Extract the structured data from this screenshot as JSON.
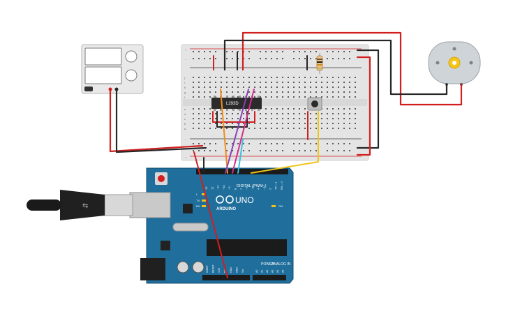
{
  "colors": {
    "background": "#ffffff",
    "breadboard": "#e4e4e4",
    "arduino_board": "#1f6e9c",
    "wire_red": "#d11f1f",
    "wire_black": "#262626",
    "wire_orange": "#f08c1c",
    "wire_pink": "#d62c8d",
    "wire_purple": "#8b3fb5",
    "wire_cyan": "#37c1e0",
    "wire_yellow": "#f0c419",
    "chip": "#2b2b2b",
    "motor_body": "#cfd4d8",
    "motor_shaft": "#f5c518",
    "psu_body": "#e9e9e9"
  },
  "ic_chip": {
    "label": "L293D"
  },
  "arduino": {
    "brand": "ARDUINO",
    "model": "UNO",
    "digital_label": "DIGITAL (PWM~)",
    "power_label": "POWER",
    "analog_label": "ANALOG IN",
    "aref_label": "AREF",
    "gnd_label": "GND",
    "tx_label": "TX",
    "rx_label": "RX",
    "on_label": "ON",
    "l_label": "L",
    "digital_pins": [
      "13",
      "12",
      "~11",
      "~10",
      "~9",
      "8",
      "7",
      "~6",
      "~5",
      "4",
      "~3",
      "2",
      "TX→1",
      "RX←0"
    ],
    "power_pins": [
      "IOREF",
      "RESET",
      "3.3V",
      "5V",
      "GND",
      "GND",
      "Vin"
    ],
    "analog_pins": [
      "A0",
      "A1",
      "A2",
      "A3",
      "A4",
      "A5"
    ]
  },
  "breadboard": {
    "row_letters_top": [
      "j",
      "i",
      "h",
      "g",
      "f"
    ],
    "row_letters_bottom": [
      "e",
      "d",
      "c",
      "b",
      "a"
    ],
    "rail_plus": "+",
    "rail_minus": "−"
  }
}
